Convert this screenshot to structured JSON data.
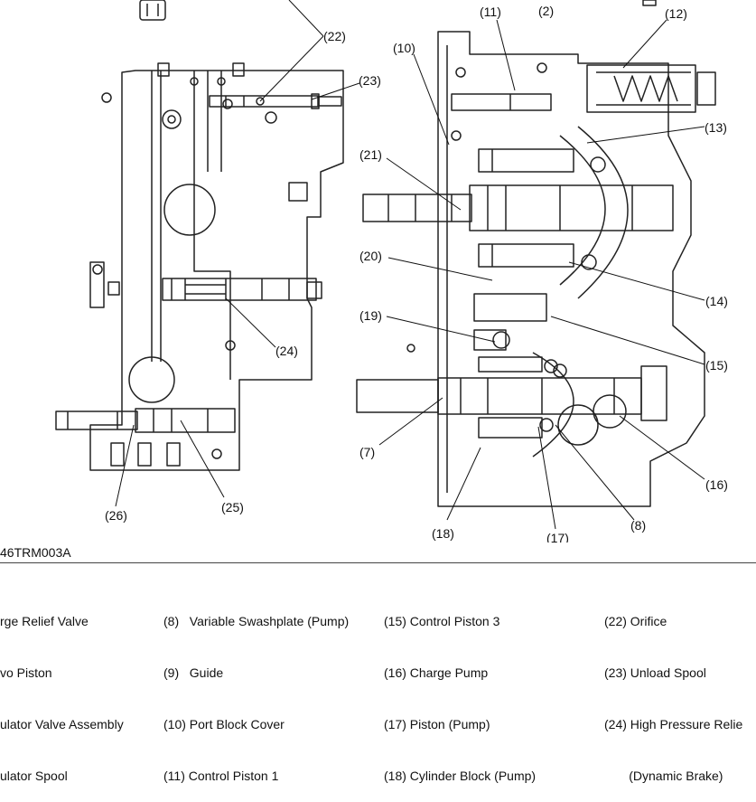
{
  "callouts": [
    {
      "id": "22",
      "text": "(22)"
    },
    {
      "id": "23",
      "text": "(23)"
    },
    {
      "id": "24",
      "text": "(24)"
    },
    {
      "id": "25",
      "text": "(25)"
    },
    {
      "id": "26",
      "text": "(26)"
    },
    {
      "id": "10",
      "text": "(10)"
    },
    {
      "id": "11",
      "text": "(11)"
    },
    {
      "id": "2",
      "text": "(2)"
    },
    {
      "id": "12",
      "text": "(12)"
    },
    {
      "id": "13",
      "text": "(13)"
    },
    {
      "id": "21",
      "text": "(21)"
    },
    {
      "id": "20",
      "text": "(20)"
    },
    {
      "id": "14",
      "text": "(14)"
    },
    {
      "id": "19",
      "text": "(19)"
    },
    {
      "id": "15",
      "text": "(15)"
    },
    {
      "id": "7",
      "text": "(7)"
    },
    {
      "id": "16",
      "text": "(16)"
    },
    {
      "id": "8",
      "text": "(8)"
    },
    {
      "id": "18",
      "text": "(18)"
    },
    {
      "id": "17",
      "text": "(17)"
    }
  ],
  "figure_id": "46TRM003A",
  "legend": {
    "col1": [
      "rge Relief Valve",
      "vo Piston",
      "ulator Valve Assembly",
      "ulator Spool"
    ],
    "col2": [
      "(8)   Variable Swashplate (Pump)",
      "(9)   Guide",
      "(10) Port Block Cover",
      "(11) Control Piston 1"
    ],
    "col3": [
      "(15) Control Piston 3",
      "(16) Charge Pump",
      "(17) Piston (Pump)",
      "(18) Cylinder Block (Pump)"
    ],
    "col4": [
      "(22) Orifice",
      "(23) Unload Spool",
      "(24) High Pressure Relie",
      "       (Dynamic Brake)"
    ]
  }
}
